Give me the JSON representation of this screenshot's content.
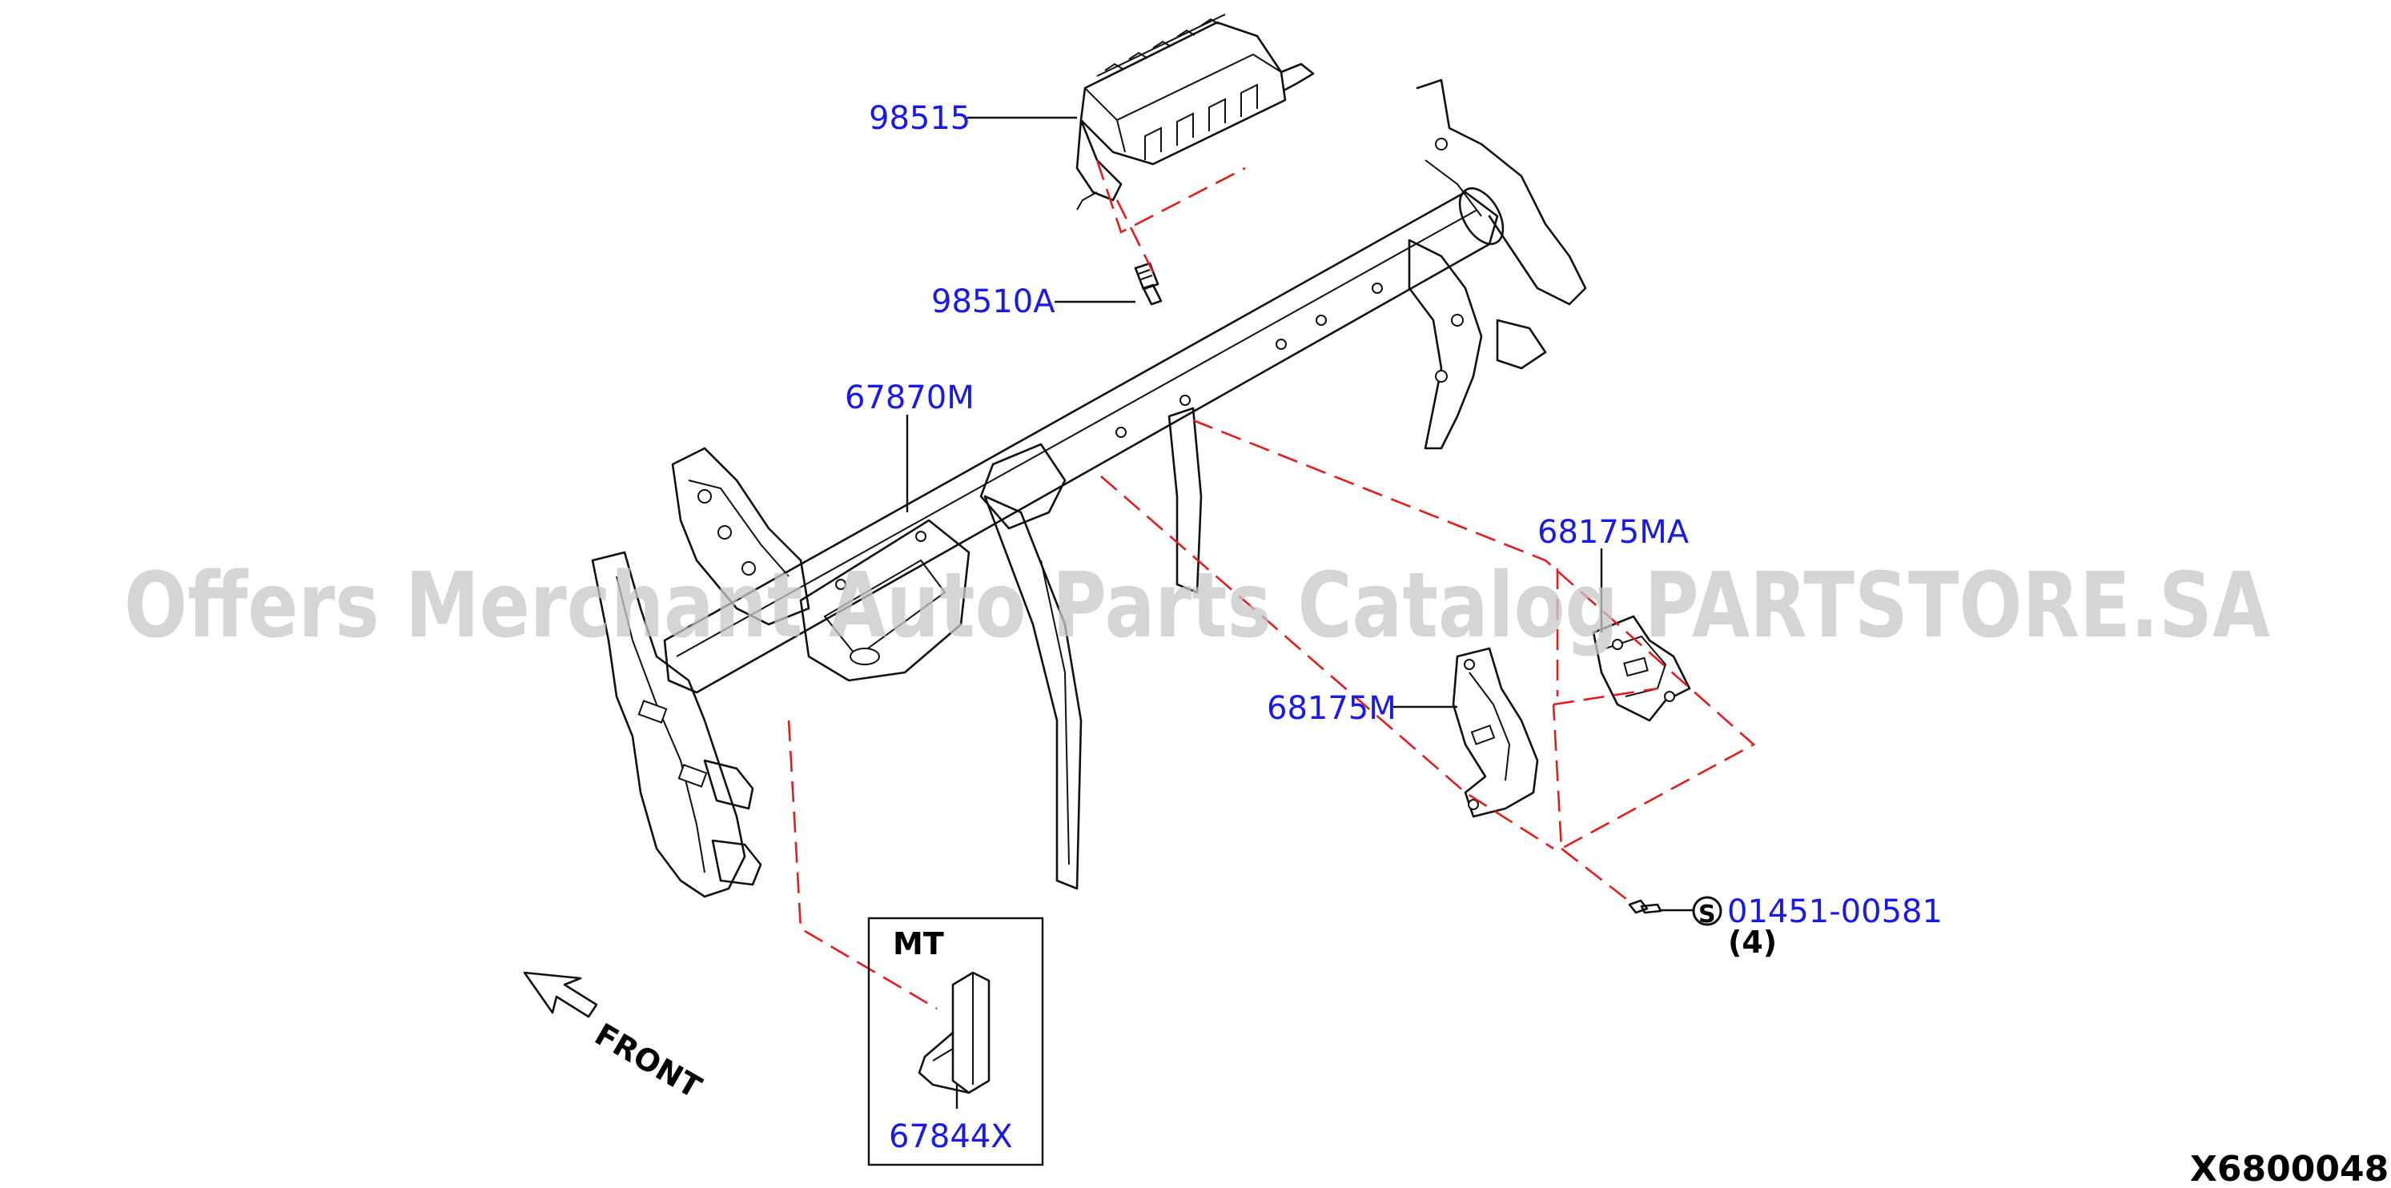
{
  "diagram_code": "X6800048",
  "watermark": "Offers Merchant Auto Parts Catalog PARTSTORE.SA",
  "parts": {
    "airbag": "98515",
    "airbag_bolt": "98510A",
    "steering_member": "67870M",
    "bracket_right": "68175MA",
    "bracket_left": "68175M",
    "screw": "01451-00581",
    "screw_qty": "(4)",
    "mt_bracket": "67844X"
  },
  "inset_title": "MT",
  "front_label": "FRONT",
  "screw_symbol": "S",
  "colors": {
    "label": "#1a1ae6",
    "dash": "#e31c1c",
    "watermark": "#c8c8c8"
  }
}
